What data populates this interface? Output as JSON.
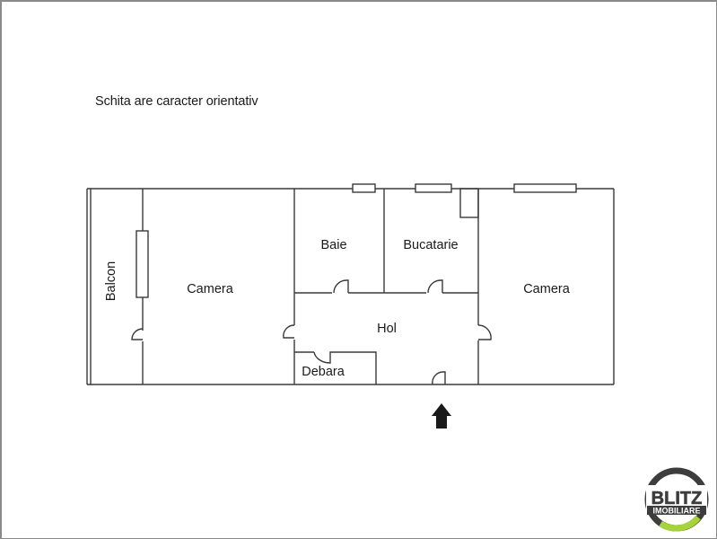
{
  "note": {
    "text": "Schita are caracter orientativ"
  },
  "floorplan": {
    "rooms": [
      {
        "id": "balcon",
        "label": "Balcon",
        "orientation": "vertical"
      },
      {
        "id": "camera-left",
        "label": "Camera"
      },
      {
        "id": "baie",
        "label": "Baie"
      },
      {
        "id": "bucatarie",
        "label": "Bucatarie"
      },
      {
        "id": "hol",
        "label": "Hol"
      },
      {
        "id": "debara",
        "label": "Debara"
      },
      {
        "id": "camera-right",
        "label": "Camera"
      }
    ],
    "entrance_marker": "arrow-up-icon",
    "colors": {
      "wall": "#3a3a3a",
      "text": "#1a1a1a",
      "arrow": "#1a1a1a"
    }
  },
  "logo": {
    "line1": "BLITZ",
    "line2": "IMOBILIARE",
    "colors": {
      "ring": "#3d3d3d",
      "accent": "#a6d33a",
      "text": "#3d3d3d"
    }
  }
}
